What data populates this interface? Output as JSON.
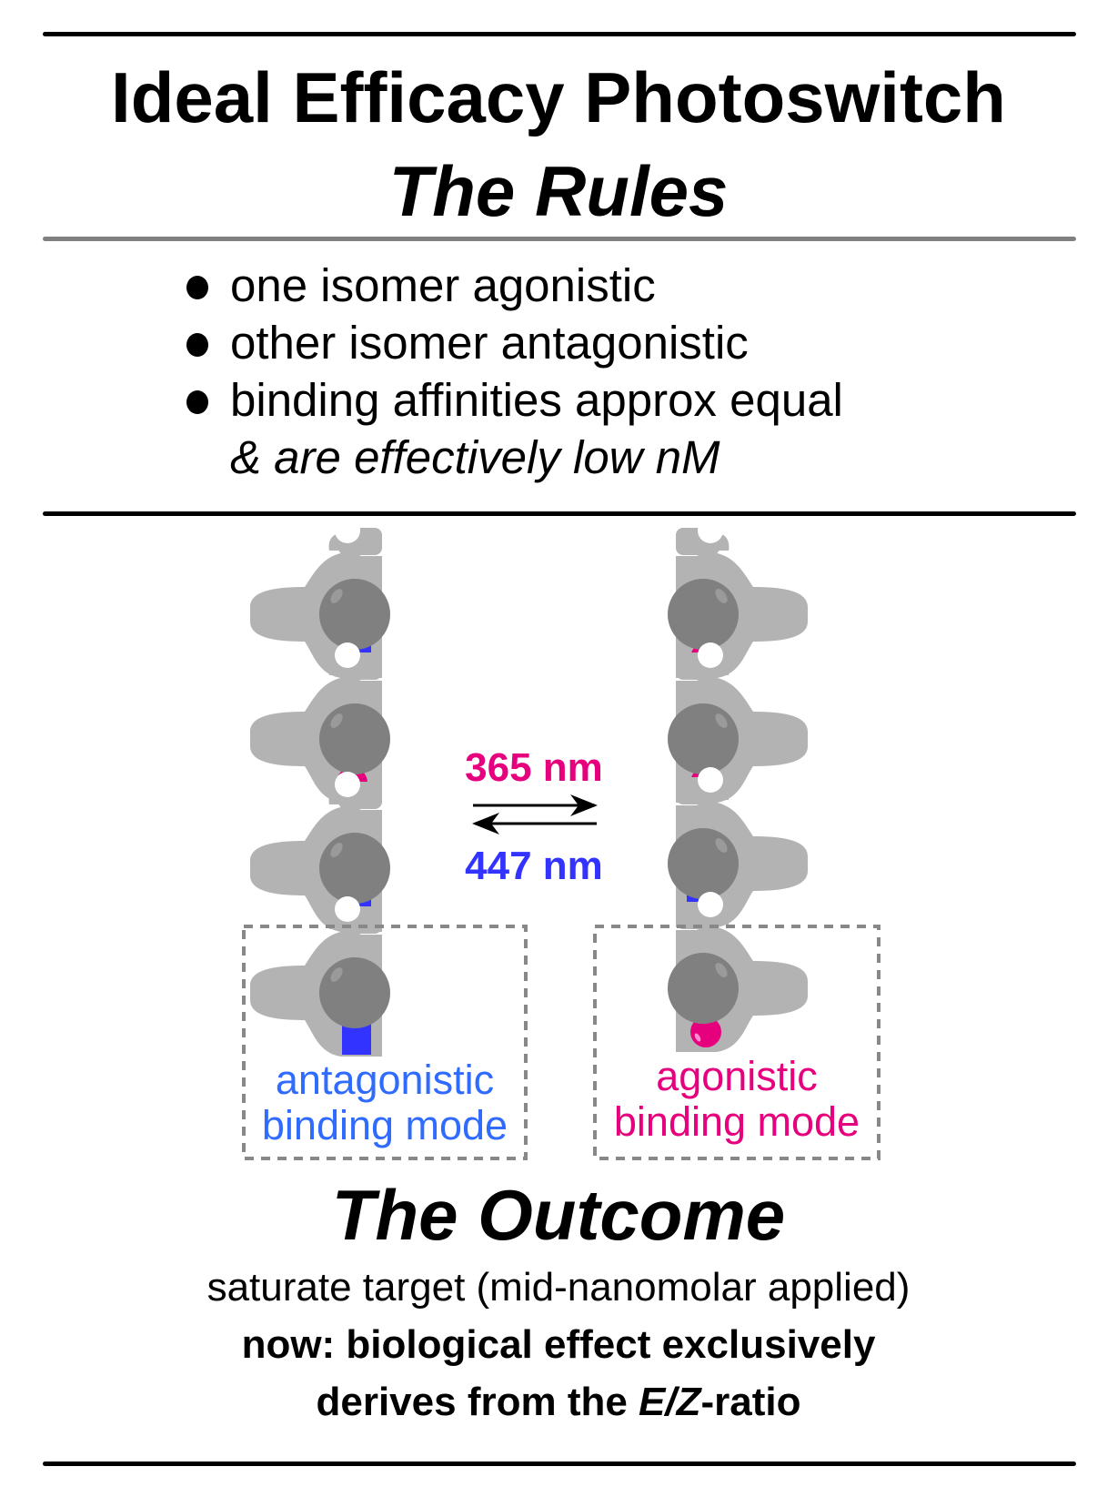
{
  "header": {
    "title": "Ideal Efficacy Photoswitch",
    "subtitle": "The Rules"
  },
  "rules": {
    "items": [
      "one isomer agonistic",
      "other isomer antagonistic",
      "binding affinities approx equal"
    ],
    "continuation": "& are effectively low nM"
  },
  "diagram": {
    "forward_wavelength": "365 nm",
    "reverse_wavelength": "447 nm",
    "left_ligands": [
      "square",
      "circle",
      "square",
      "square"
    ],
    "right_ligands": [
      "circle",
      "circle",
      "square",
      "circle"
    ],
    "left_label_line1": "antagonistic",
    "left_label_line2": "binding mode",
    "right_label_line1": "agonistic",
    "right_label_line2": "binding mode",
    "colors": {
      "antagonist": "#3333ff",
      "agonist": "#e6007e",
      "antagonist_label": "#2f6bff",
      "receptor": "#b3b3b3",
      "ball": "#808080"
    }
  },
  "outcome": {
    "title": "The Outcome",
    "line1": "saturate target (mid-nanomolar applied)",
    "line2": "now: biological effect exclusively",
    "line3_pre": "derives from the ",
    "line3_italic": "E/Z",
    "line3_post": "-ratio"
  }
}
